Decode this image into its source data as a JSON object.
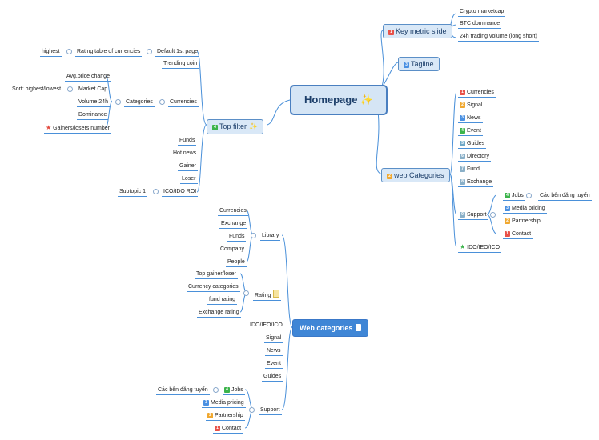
{
  "root": {
    "label": "Homepage",
    "spark": "✨"
  },
  "root2": {
    "label": "Web categories"
  },
  "key_metric": {
    "badge": "1",
    "label": "Key metric slide",
    "items": [
      "Crypto marketcap",
      "BTC dominance",
      "24h trading volume (long short)"
    ]
  },
  "tagline": {
    "badge": "3",
    "label": "Tagline"
  },
  "web_cat": {
    "badge": "2",
    "label": "web Categories",
    "items": [
      {
        "badge": "1",
        "label": "Currencies"
      },
      {
        "badge": "2",
        "label": "Signal"
      },
      {
        "badge": "3",
        "label": "News"
      },
      {
        "badge": "4",
        "label": "Event"
      },
      {
        "badge": "5",
        "label": "Guides"
      },
      {
        "badge": "6",
        "label": "Directory"
      },
      {
        "badge": "7",
        "label": "Fund"
      },
      {
        "badge": "8",
        "label": "Exchange"
      }
    ],
    "support": {
      "badge": "9",
      "label": "Support",
      "items": [
        {
          "badge": "4",
          "label": "Jobs",
          "child": "Các bên đăng tuyển"
        },
        {
          "badge": "3",
          "label": "Media pricing"
        },
        {
          "badge": "2",
          "label": "Partnership"
        },
        {
          "badge": "1",
          "label": "Contact"
        }
      ]
    },
    "ido": "IDO/IEO/ICO"
  },
  "top_filter": {
    "badge": "4",
    "label": "Top filter",
    "spark": "✨",
    "default_page": "Default 1st page",
    "rating_table": "Rating table of currencies",
    "highest": "highest",
    "trending": "Trending coin",
    "currencies": "Currencies",
    "categories": "Categories",
    "cat_items": [
      "Avg.price change",
      "Market Cap",
      "Volume 24h",
      "Dominance",
      "Gainers/losers number"
    ],
    "sort": "Sort: highest/lowest",
    "others": [
      "Funds",
      "Hot news",
      "Gainer",
      "Loser"
    ],
    "ico_roi": "ICO/IDO ROI",
    "subtopic": "Subtopic 1"
  },
  "library": {
    "label": "Library",
    "items": [
      "Currencies",
      "Exchange",
      "Funds",
      "Company",
      "People"
    ]
  },
  "rating": {
    "label": "Rating",
    "items": [
      "Top gainer/loser",
      "Currency categories",
      "fund rating",
      "Exchange rating"
    ]
  },
  "wc_items": [
    "IDO/IEO/ICO",
    "Signal",
    "News",
    "Event",
    "Guides"
  ],
  "support2": {
    "label": "Support",
    "items": [
      {
        "badge": "4",
        "label": "Jobs",
        "child": "Các bên đăng tuyển"
      },
      {
        "badge": "3",
        "label": "Media pricing"
      },
      {
        "badge": "2",
        "label": "Partnership"
      },
      {
        "badge": "1",
        "label": "Contact"
      }
    ]
  },
  "colors": {
    "line": "#4a90d9",
    "root_fill": "#d5e5f5",
    "root2_fill": "#3f86d6"
  }
}
